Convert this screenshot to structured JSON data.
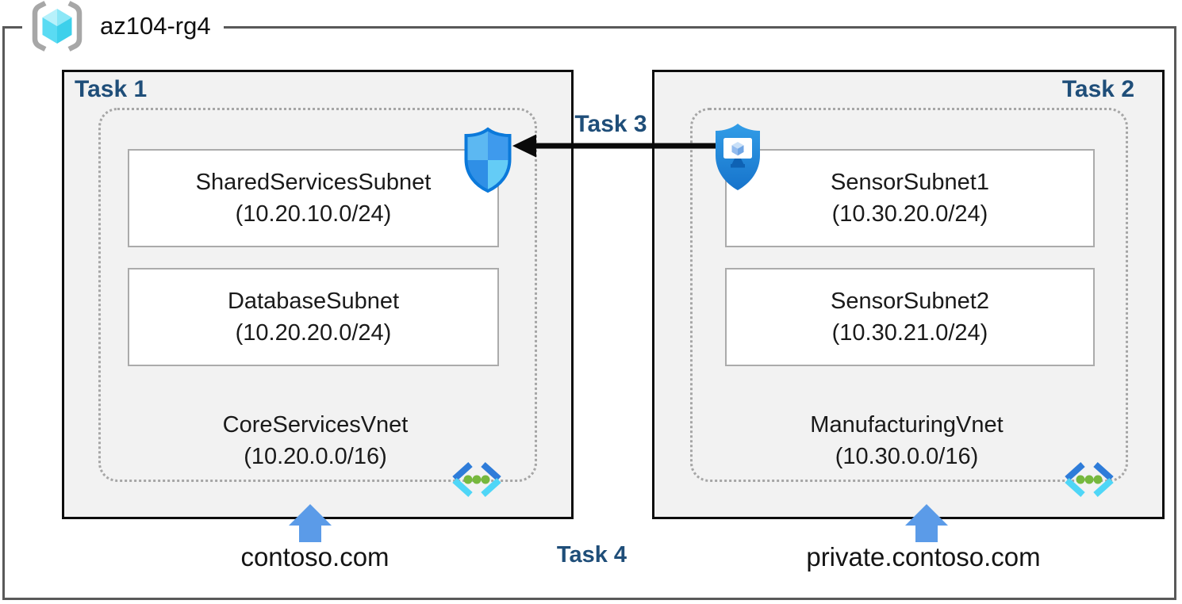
{
  "resource_group": {
    "label": "az104-rg4"
  },
  "tasks": {
    "task1": "Task 1",
    "task2": "Task 2",
    "task3": "Task 3",
    "task4": "Task 4"
  },
  "left_vnet": {
    "name": "CoreServicesVnet",
    "cidr": "(10.20.0.0/16)",
    "dns_zone": "contoso.com",
    "subnets": [
      {
        "name": "SharedServicesSubnet",
        "cidr": "(10.20.10.0/24)"
      },
      {
        "name": "DatabaseSubnet",
        "cidr": "(10.20.20.0/24)"
      }
    ]
  },
  "right_vnet": {
    "name": "ManufacturingVnet",
    "cidr": "(10.30.0.0/16)",
    "dns_zone": "private.contoso.com",
    "subnets": [
      {
        "name": "SensorSubnet1",
        "cidr": "(10.30.20.0/24)"
      },
      {
        "name": "SensorSubnet2",
        "cidr": "(10.30.21.0/24)"
      }
    ]
  },
  "icons": {
    "resource_group": "resource-group-icon",
    "network_security_group": "nsg-shield-icon",
    "bastion": "bastion-shield-icon",
    "virtual_network": "virtual-network-icon",
    "peering_arrow": "left-black-arrow",
    "dns_arrow": "blue-up-arrow"
  },
  "colors": {
    "task_label": "#1F4E79",
    "box_fill": "#F2F2F2",
    "frame_gray": "#595959",
    "dashed_gray": "#A6A6A6",
    "subnet_border": "#ABABAB",
    "arrow_blue": "#5B9BE8",
    "nsg_border_blue": "#0B79DA",
    "bastion_blue": "#1F86DC",
    "vnet_chevron_dark": "#2E7CD9",
    "vnet_chevron_light": "#4FD6F7",
    "vnet_dot_green": "#76B83E",
    "cube_cyan": "#4ED5EF"
  }
}
